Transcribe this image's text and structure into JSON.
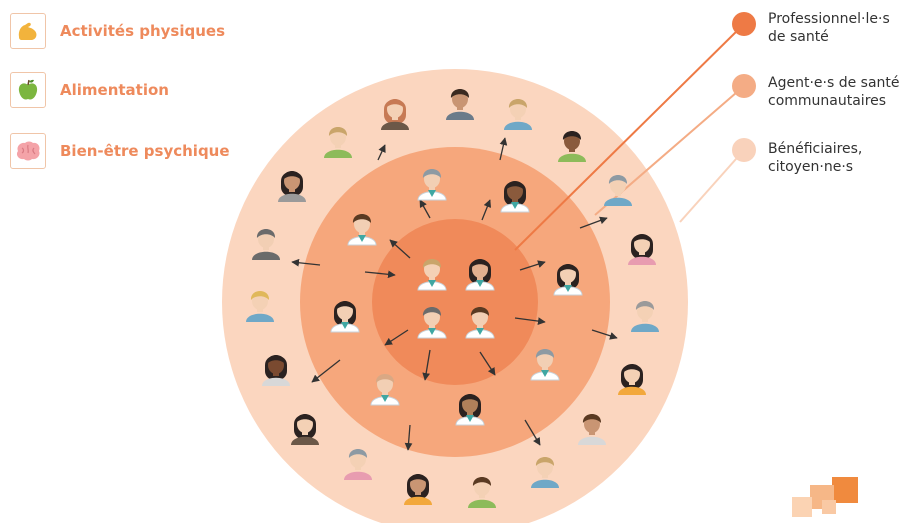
{
  "categories": [
    {
      "label": "Activités physiques",
      "icon": "flexed-arm-icon"
    },
    {
      "label": "Alimentation",
      "icon": "apple-icon"
    },
    {
      "label": "Bien-être psychique",
      "icon": "brain-icon"
    }
  ],
  "legend": [
    {
      "label": "Professionnel·le·s\nde santé",
      "color": "#ee8a5c"
    },
    {
      "label": "Agent·e·s de santé\ncommunautaires",
      "color": "#f4ac85"
    },
    {
      "label": "Bénéficiaires,\ncitoyen·ne·s",
      "color": "#f9d2bb"
    }
  ],
  "colors": {
    "outer_ring": "#fbd6bf",
    "middle_ring": "#f6a77c",
    "inner_ring": "#f08a5a",
    "core": "#ee7a45",
    "accent": "#ee8a5c"
  },
  "logo": {
    "name": "brand-logo"
  }
}
